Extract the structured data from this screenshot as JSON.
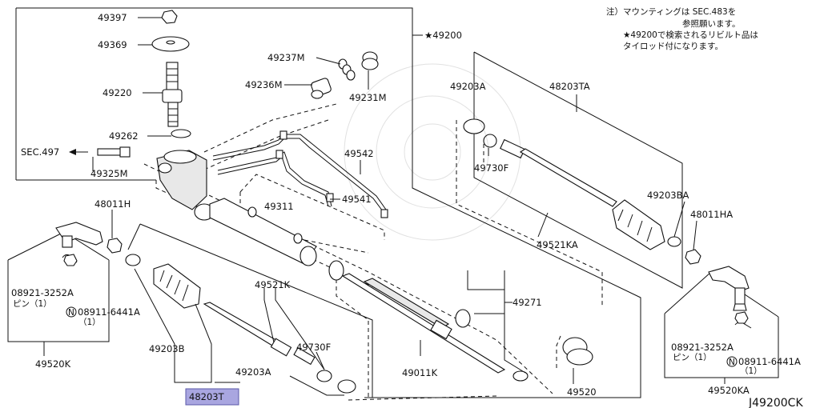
{
  "notes": {
    "line1": "注）マウンティングは SEC.483を",
    "line2": "参照願います。",
    "line3": "★49200で検索されるリビルト品は",
    "line4": "タイロッド付になります。"
  },
  "diagram_code": "J49200CK",
  "highlight_label": "48203T",
  "labels": {
    "p49397": "49397",
    "p49369": "49369",
    "p49220": "49220",
    "p49262": "49262",
    "sec497": "SEC.497",
    "p49325M": "49325M",
    "p49200": "★49200",
    "p49237M": "49237M",
    "p49236M": "49236M",
    "p49231M": "49231M",
    "p49542": "49542",
    "p49541": "49541",
    "p49311": "49311",
    "p48011H": "48011H",
    "p49203A_r": "49203A",
    "p48203TA": "48203TA",
    "p49730F_r": "49730F",
    "p49203BA": "49203BA",
    "p48011HA": "48011HA",
    "p49521KA": "49521KA",
    "p49271": "49271",
    "p49521K": "49521K",
    "p49730F_l": "49730F",
    "p49203B": "49203B",
    "p49203A_l": "49203A",
    "p49011K": "49011K",
    "p49520": "49520",
    "p08921_l": "08921-3252A",
    "pin_l": "ピン（1）",
    "p08911_l": "08911-6441A",
    "qty_l": "（1）",
    "p49520K": "49520K",
    "p08921_r": "08921-3252A",
    "pin_r": "ピン（1）",
    "p08911_r": "08911-6441A",
    "qty_r": "（1）",
    "p49520KA": "49520KA",
    "n_l": "N",
    "n_r": "N"
  }
}
